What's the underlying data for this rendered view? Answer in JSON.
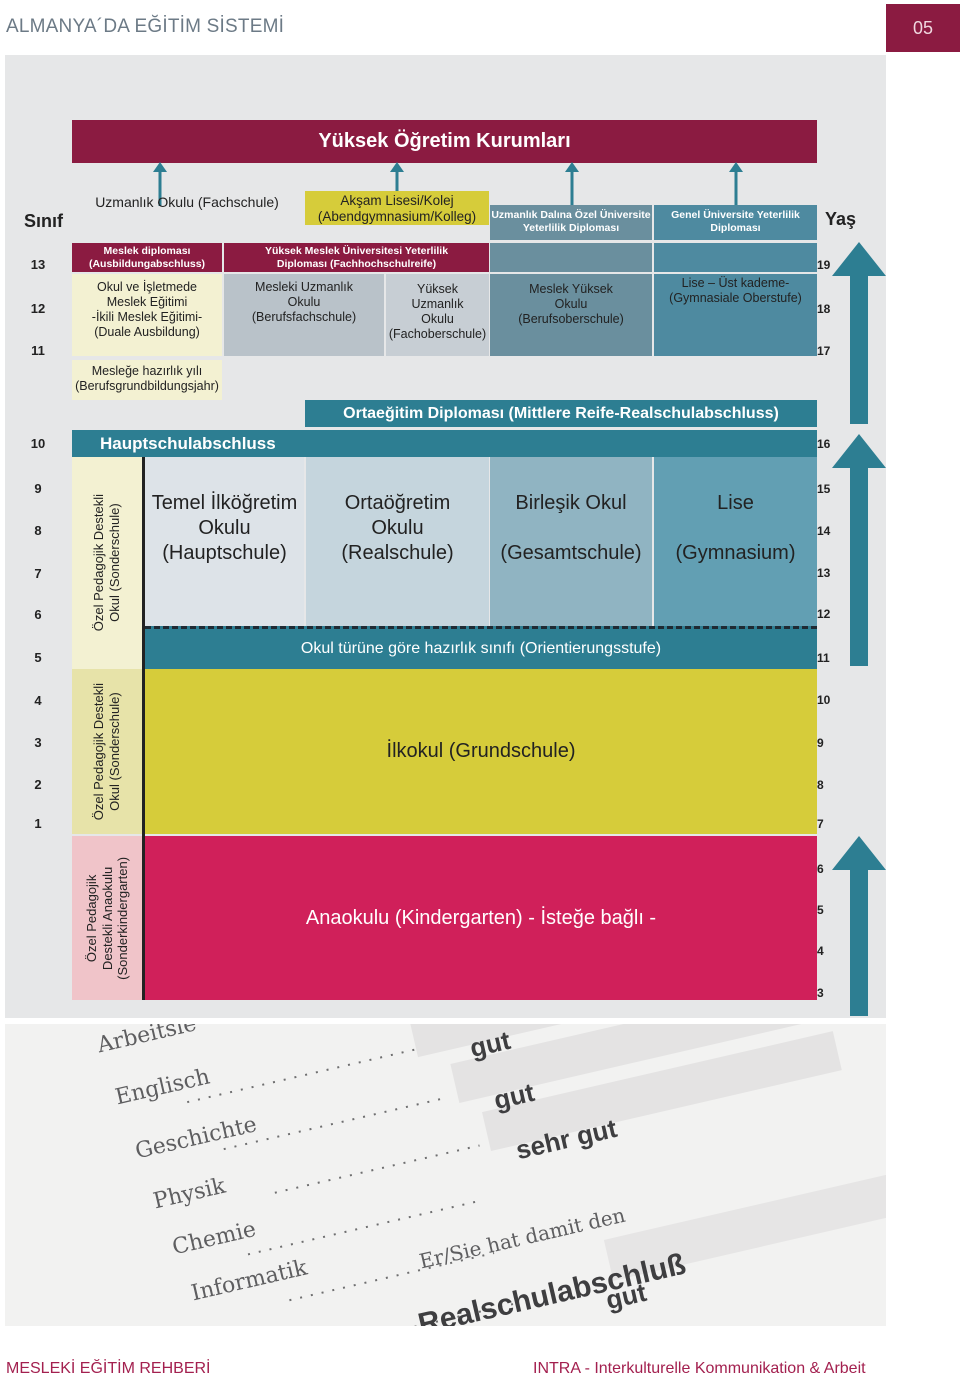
{
  "header": {
    "title": "ALMANYA´DA EĞİTİM SİSTEMİ",
    "page_number": "05"
  },
  "footer": {
    "left": "MESLEKİ EĞİTİM REHBERİ",
    "right": "INTRA - Interkulturelle Kommunikation & Arbeit"
  },
  "diagram": {
    "axis": {
      "grade_label": "Sınıf",
      "age_label": "Yaş"
    },
    "grades": [
      "13",
      "12",
      "11",
      "10",
      "9",
      "8",
      "7",
      "6",
      "5",
      "4",
      "3",
      "2",
      "1"
    ],
    "ages": [
      "19",
      "18",
      "17",
      "16",
      "15",
      "14",
      "13",
      "12",
      "11",
      "10",
      "9",
      "8",
      "7",
      "6",
      "5",
      "4",
      "3"
    ],
    "top_banner": "Yüksek Öğretim Kurumları",
    "tertiary": {
      "fachschule": "Uzmanlık Okulu (Fachschule)",
      "abendgymnasium_1": "Akşam Lisesi/Kolej",
      "abendgymnasium_2": "(Abendgymnasium/Kolleg)",
      "fachgebundene_1": "Uzmanlık Dalına Özel Üniversite",
      "fachgebundene_2": "Yeterlilik Diploması",
      "allgemeine_1": "Genel Üniversite Yeterlilik",
      "allgemeine_2": "Diploması"
    },
    "upper_secondary": {
      "ausbildungsabschluss_1": "Meslek diploması",
      "ausbildungsabschluss_2": "(Ausbildungabschluss)",
      "fachhochschulreife_1": "Yüksek Meslek Üniversitesi Yeterlilik",
      "fachhochschulreife_2": "Diploması (Fachhochschulreife)",
      "duale_1": "Okul ve İşletmede",
      "duale_2": "Meslek Eğitimi",
      "duale_3": "-İkili Meslek Eğitimi-",
      "duale_4": "(Duale Ausbildung)",
      "berufsfachschule_1": "Mesleki Uzmanlık",
      "berufsfachschule_2": "Okulu",
      "berufsfachschule_3": "(Berufsfachschule)",
      "fachoberschule_1": "Yüksek",
      "fachoberschule_2": "Uzmanlık",
      "fachoberschule_3": "Okulu",
      "fachoberschule_4": "(Fachoberschule)",
      "berufsoberschule_1": "Meslek Yüksek",
      "berufsoberschule_2": "Okulu",
      "berufsoberschule_3": "(Berufsoberschule)",
      "gymnasiale_1": "Lise – Üst kademe-",
      "gymnasiale_2": "(Gymnasiale Oberstufe)",
      "bgj_1": "Mesleğe hazırlık yılı",
      "bgj_2": "(Berufsgrundbildungsjahr)"
    },
    "certificates": {
      "realschulabschluss": "Ortaeğitim Diploması (Mittlere Reife-Realschulabschluss)",
      "hauptschulabschluss": "Hauptschulabschluss"
    },
    "lower_secondary": {
      "hauptschule_1": "Temel İlköğretim",
      "hauptschule_2": "Okulu",
      "hauptschule_3": "(Hauptschule)",
      "realschule_1": "Ortaöğretim",
      "realschule_2": "Okulu",
      "realschule_3": "(Realschule)",
      "gesamtschule_1": "Birleşik Okul",
      "gesamtschule_2": "(Gesamtschule)",
      "gymnasium_1": "Lise",
      "gymnasium_2": "(Gymnasium)",
      "orientierungsstufe": "Okul türüne göre hazırlık sınıfı (Orientierungsstufe)"
    },
    "primary": {
      "grundschule": "İlkokul (Grundschule)"
    },
    "preschool": {
      "kindergarten": "Anaokulu (Kindergarten) - İsteğe bağlı -"
    },
    "special": {
      "sonderschule_upper_1": "Özel Pedagojik Destekli",
      "sonderschule_upper_2": "Okul (Sonderschule)",
      "sonderschule_lower_1": "Özel Pedagojik Destekli",
      "sonderschule_lower_2": "Okul (Sonderschule)",
      "sonderkindergarten_1": "Özel Pedagojik",
      "sonderkindergarten_2": "Destekli Anaokulu",
      "sonderkindergarten_3": "(Sonderkindergarten)"
    },
    "colors": {
      "maroon": "#8b1b41",
      "yellow_green": "#d6cc3a",
      "pale_yellow": "#e7e3a9",
      "teal": "#2d7e92",
      "crimson": "#d0205a",
      "pink": "#f0c4c9"
    }
  },
  "photo": {
    "subjects": [
      "Arbeitsle",
      "Englisch",
      "Geschichte",
      "Physik",
      "Chemie",
      "Informatik"
    ],
    "grades": [
      "gut",
      "gut",
      "sehr gut",
      "gut"
    ],
    "sentence": "Er/Sie hat damit den",
    "certificate": "Realschulabschluß"
  }
}
